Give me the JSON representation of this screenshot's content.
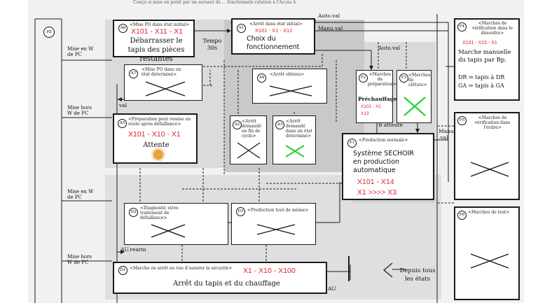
{
  "header_text": "Conçu si mise en point par un sursaut de ... fonctionnels relation à l'Accès A",
  "pz": {
    "num": "PZ"
  },
  "left_labels": [
    {
      "id": "mise-w-1",
      "text": "Mise en W de PC"
    },
    {
      "id": "mise-hors-1",
      "text": "Mise hors W de PC"
    },
    {
      "id": "mise-w-2",
      "text": "Mise en W de PC"
    },
    {
      "id": "mise-hors-2",
      "text": "Mise hors W de PC"
    }
  ],
  "wire_labels": {
    "auto_val_top": "Auto.val",
    "manu_val": "Manu.val",
    "auto_val_mid": "Auto.val",
    "tempo": "Tempo 30s",
    "val": "val",
    "b_attente": "B attente",
    "manu_val_right": "Manu .val",
    "au_rearm": "AU.rearm",
    "au": "AU",
    "depuis": "Depuis tous les états"
  },
  "boxes": {
    "A6": {
      "num": "A6",
      "tag": "<Mise PO dans état initial>",
      "red": "X101 - X11 - X1",
      "text": "Débarrasser le tapis des pièces restantes"
    },
    "A1": {
      "num": "A1",
      "tag": "<Arrêt dans état initial>",
      "red": "X101 - X1 - X12",
      "text": "Choix du fonctionnement"
    },
    "A7": {
      "num": "A7",
      "tag": "<Mise PO dans un état déterminé>"
    },
    "A4": {
      "num": "A4",
      "tag": "<Arrêt obtenu>"
    },
    "F2": {
      "num": "F2",
      "tag": "<Marches de préparation>",
      "text": "Préchauffage",
      "red": "X101 - X1 X13"
    },
    "F3": {
      "num": "F3",
      "tag": "<Marches de clôture>"
    },
    "F4": {
      "num": "F4",
      "tag": "<Marches de vérification dans le désordre>",
      "red": "X101 - X15 - X1",
      "text": "Marche manuelle du tapis par Bp.",
      "dr": "DR ⇒ tapis à DR",
      "ga": "GA ⇒ tapis à GA"
    },
    "A5": {
      "num": "A5",
      "tag": "<Préparation pour remise en route après défaillance>",
      "red": "X101 - X10 - X1",
      "text": "Attente"
    },
    "A2": {
      "num": "A2",
      "tag": "<Arrêt demandé en fin de cycle>"
    },
    "A3": {
      "num": "A3",
      "tag": "<Arrêt demandé dans un état déterminé>"
    },
    "F1": {
      "num": "F1",
      "tag": "<Production normale>",
      "text": "Système SECHOIR en production automatique",
      "red1": "X101 - X14",
      "red2": "X1 >>>> X3"
    },
    "F5": {
      "num": "F5",
      "tag": "<Marches de vérification dans l'ordre>"
    },
    "D2": {
      "num": "D2",
      "tag": "<Diagnostic et/ou traitement de défaillance>"
    },
    "D3": {
      "num": "D3",
      "tag": "<Production tout de même>"
    },
    "F6": {
      "num": "F6",
      "tag": "<Marches de test>"
    },
    "D1": {
      "num": "D1",
      "tag": "<Marche ou arrêt en vue d'assurer la sécurité>",
      "red": "X1 - X10 - X100",
      "text": "Arrêt du tapis et du chauffage"
    }
  },
  "colors": {
    "annotation_red": "#e0242b",
    "check_green": "#2fd13a",
    "cursor": "#e7a13a",
    "paper": "#f1f1f1"
  }
}
